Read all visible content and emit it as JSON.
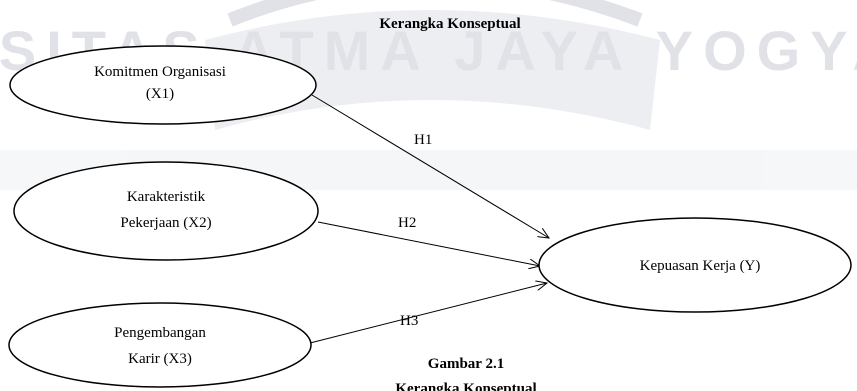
{
  "watermark": {
    "text": "UNIVERSITAS ATMA JAYA YOGYAKARTA",
    "color": "#c9ccd6"
  },
  "title": "Kerangka Konseptual",
  "nodes": {
    "x1": {
      "line1": "Komitmen Organisasi",
      "line2": "(X1)"
    },
    "x2": {
      "line1": "Karakteristik",
      "line2": "Pekerjaan (X2)"
    },
    "x3": {
      "line1": "Pengembangan",
      "line2": "Karir (X3)"
    },
    "y": {
      "line1": "Kepuasan Kerja (Y)"
    }
  },
  "edges": {
    "h1": "H1",
    "h2": "H2",
    "h3": "H3"
  },
  "caption": {
    "line1": "Gambar  2.1",
    "line2": "Kerangka  Konseptual"
  }
}
